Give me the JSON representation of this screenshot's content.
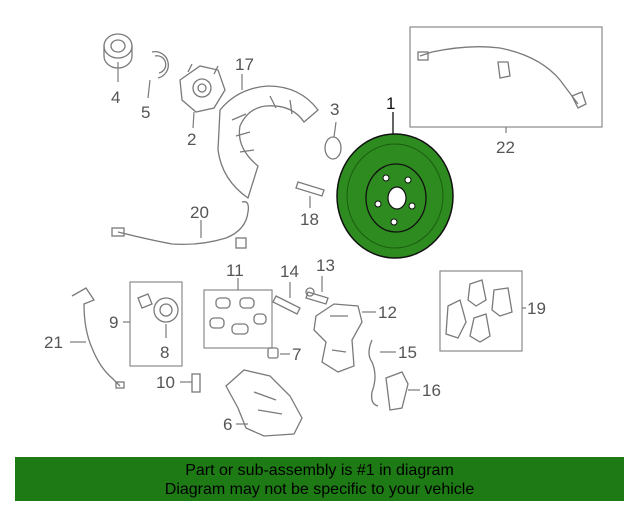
{
  "callouts": {
    "c1": "1",
    "c2": "2",
    "c3": "3",
    "c4": "4",
    "c5": "5",
    "c6": "6",
    "c7": "7",
    "c8": "8",
    "c9": "9",
    "c10": "10",
    "c11": "11",
    "c12": "12",
    "c13": "13",
    "c14": "14",
    "c15": "15",
    "c16": "16",
    "c17": "17",
    "c18": "18",
    "c19": "19",
    "c20": "20",
    "c21": "21",
    "c22": "22"
  },
  "colors": {
    "highlight_part": "#2e8b1f",
    "banner_bg": "#1d7a14",
    "line_art": "#7a7a7a"
  },
  "banner": {
    "line1": "Part or sub-assembly is #1 in diagram",
    "line2": "Diagram may not be specific to your vehicle"
  }
}
